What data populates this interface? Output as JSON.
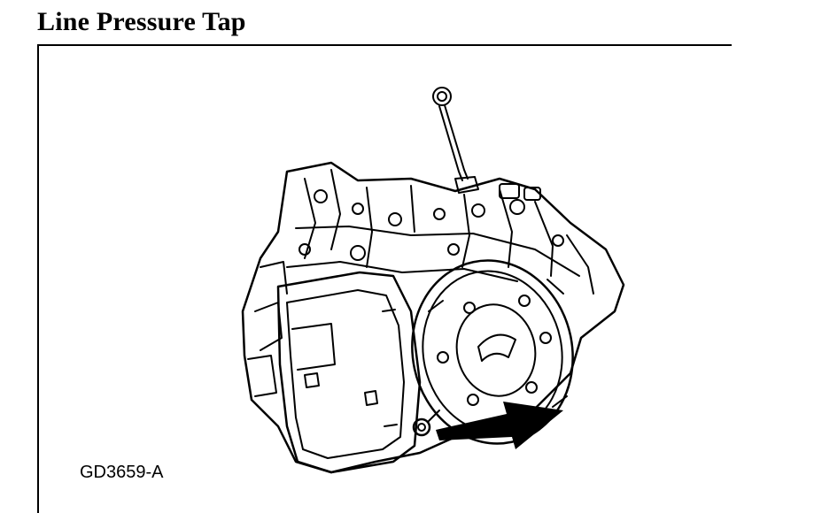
{
  "document": {
    "title": "Line Pressure Tap",
    "figure_id": "GD3659-A"
  },
  "colors": {
    "ink": "#000000",
    "paper": "#ffffff"
  },
  "figure": {
    "subject": "transaxle-illustration",
    "pointer": "arrow-pointing-to-line-pressure-tap"
  }
}
